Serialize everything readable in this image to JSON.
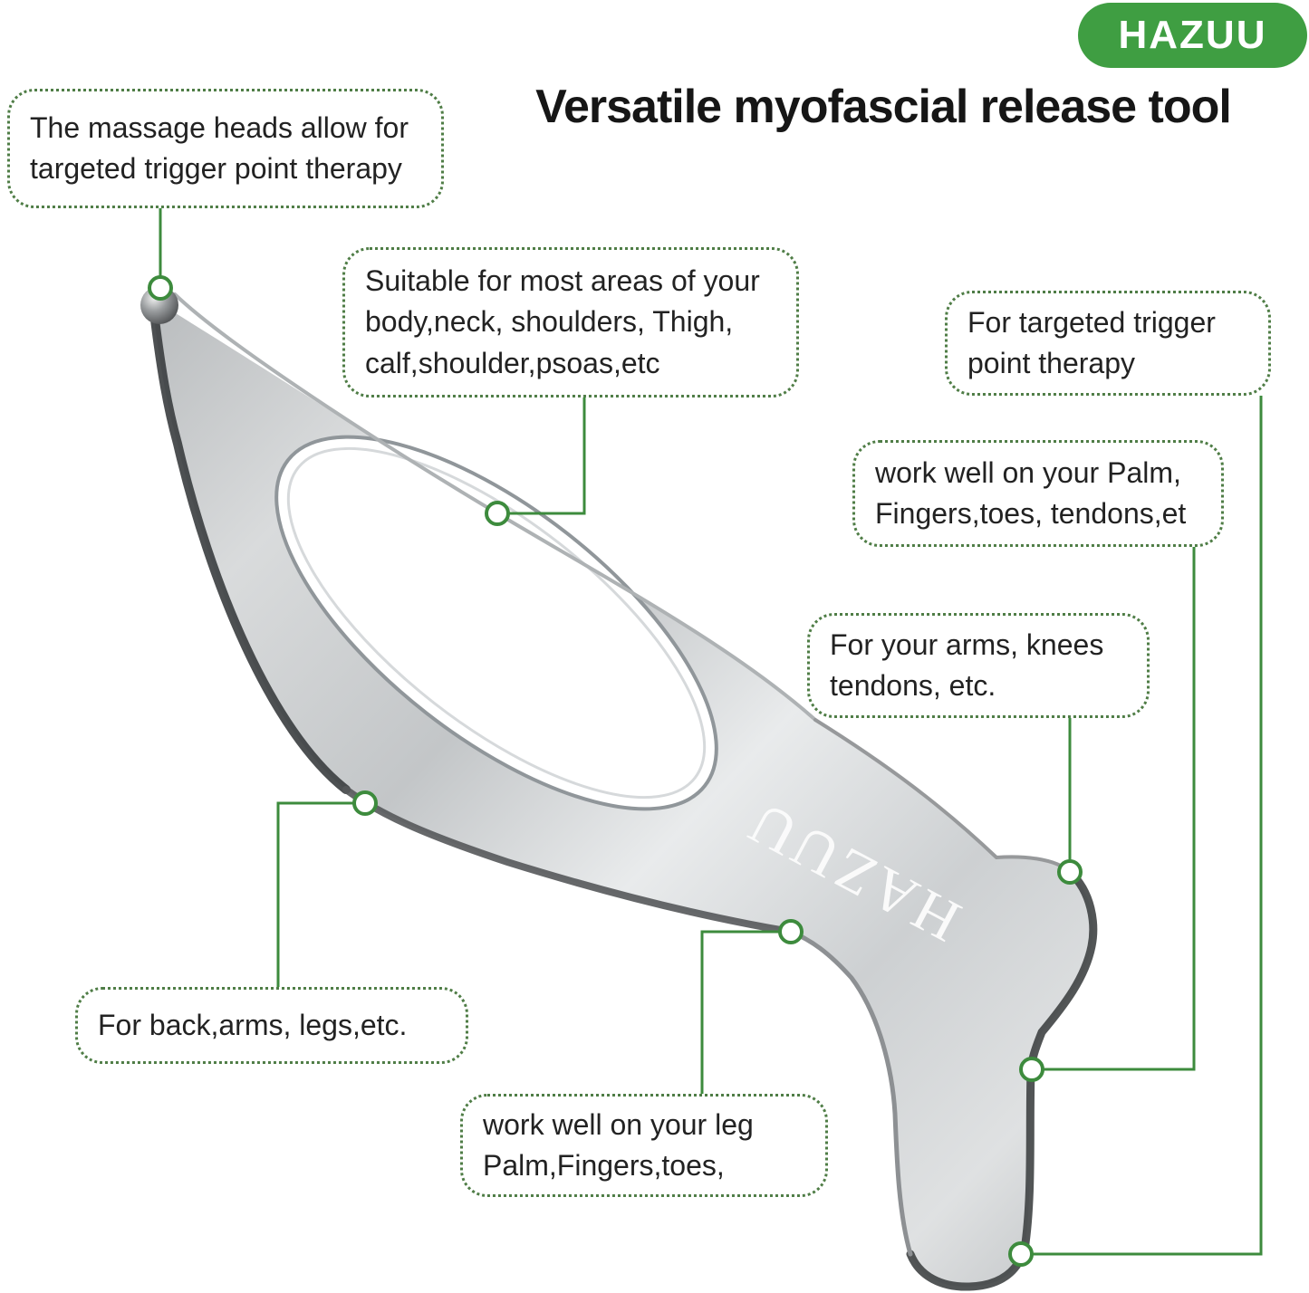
{
  "badge": {
    "label": "HAZUU"
  },
  "header": {
    "title": "Versatile myofascial release tool"
  },
  "tool": {
    "engraving": "HAZUU"
  },
  "callouts": {
    "massage_heads": {
      "text": "The massage heads allow for\ntargeted trigger point therapy"
    },
    "suitable_areas": {
      "text": "Suitable for most areas of your\nbody,neck, shoulders, Thigh,\ncalf,shoulder,psoas,etc"
    },
    "trigger_point": {
      "text": "For targeted trigger\npoint therapy"
    },
    "palm_fingers": {
      "text": "work well on your Palm,\nFingers,toes, tendons,et"
    },
    "arms_knees": {
      "text": "For your arms, knees\ntendons, etc."
    },
    "back_arms": {
      "text": "For back,arms, legs,etc."
    },
    "leg_palm": {
      "text": "work well on your leg\nPalm,Fingers,toes,"
    }
  },
  "colors": {
    "badge_green": "#3f9e42",
    "line_green": "#3d8b3d",
    "callout_border_green": "#4f7d46",
    "title_text": "#161616",
    "callout_text": "#222222"
  }
}
